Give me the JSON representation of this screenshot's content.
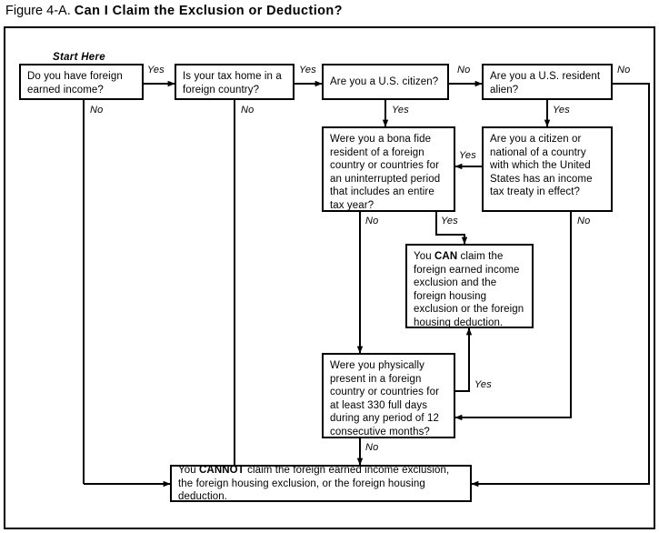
{
  "figure": {
    "label": "Figure 4-A.",
    "title": "Can I Claim the Exclusion or Deduction?"
  },
  "start_label": "Start Here",
  "nodes": [
    {
      "id": "q-earned-income",
      "text": "Do you have foreign earned income?"
    },
    {
      "id": "q-tax-home",
      "text": "Is your tax home in a foreign country?"
    },
    {
      "id": "q-us-citizen",
      "text": "Are you a U.S. citizen?"
    },
    {
      "id": "q-resident-alien",
      "text": "Are you a U.S. resident alien?"
    },
    {
      "id": "q-bona-fide",
      "text": "Were you a bona fide resident of a foreign country or countries for an uninterrupted period that includes an entire tax year?"
    },
    {
      "id": "q-tax-treaty",
      "text": "Are you a citizen or national of a country with which the United States has an income tax treaty in effect?"
    },
    {
      "id": "q-physical-presence",
      "text": "Were you physically present in a foreign country or countries for at least 330 full days during any period of 12 consecutive months?"
    }
  ],
  "outcome_can": {
    "lead": "You ",
    "emphasis": "CAN",
    "rest": " claim the foreign earned income exclusion and the foreign housing exclusion or the foreign housing deduction."
  },
  "outcome_cannot": {
    "lead": "You ",
    "emphasis": "CANNOT",
    "rest": " claim the foreign earned income exclusion, the foreign housing exclusion, or the foreign housing deduction."
  },
  "edge_labels": {
    "earned_income_yes": "Yes",
    "earned_income_no": "No",
    "tax_home_yes": "Yes",
    "tax_home_no": "No",
    "citizen_no": "No",
    "citizen_yes": "Yes",
    "resident_alien_no": "No",
    "resident_alien_yes": "Yes",
    "bona_fide_no": "No",
    "bona_fide_yes": "Yes",
    "treaty_yes": "Yes",
    "treaty_no": "No",
    "physical_yes": "Yes",
    "physical_no": "No"
  },
  "colors": {
    "ink": "#000000",
    "paper": "#ffffff"
  }
}
